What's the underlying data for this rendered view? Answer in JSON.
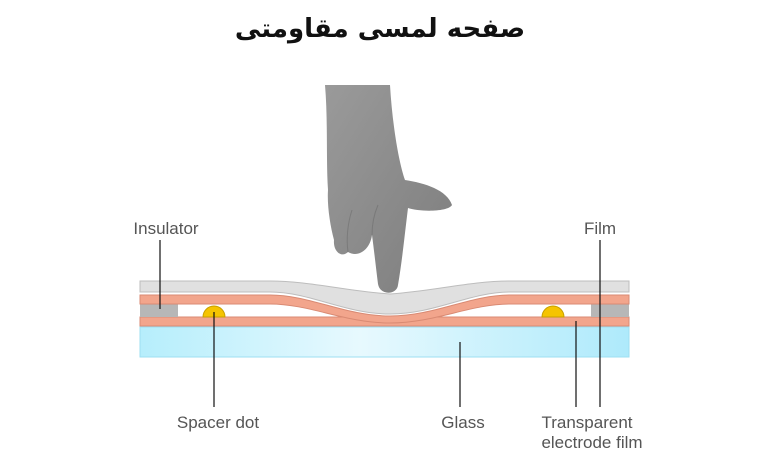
{
  "title": "صفحه لمسی مقاومتی",
  "labels": {
    "insulator": "Insulator",
    "film": "Film",
    "spacer_dot": "Spacer dot",
    "glass": "Glass",
    "transparent_line1": "Transparent",
    "transparent_line2": "electrode film"
  },
  "colors": {
    "film": "#e0e0e0",
    "electrode": "#f2a58c",
    "spacer": "#f5c400",
    "glass_edge": "#b6eefc",
    "glass_center": "#e7f9fe",
    "insulator": "#b7b7b7",
    "finger": "#8f8f8f"
  },
  "icons": {
    "finger": "pointing-finger-icon"
  }
}
